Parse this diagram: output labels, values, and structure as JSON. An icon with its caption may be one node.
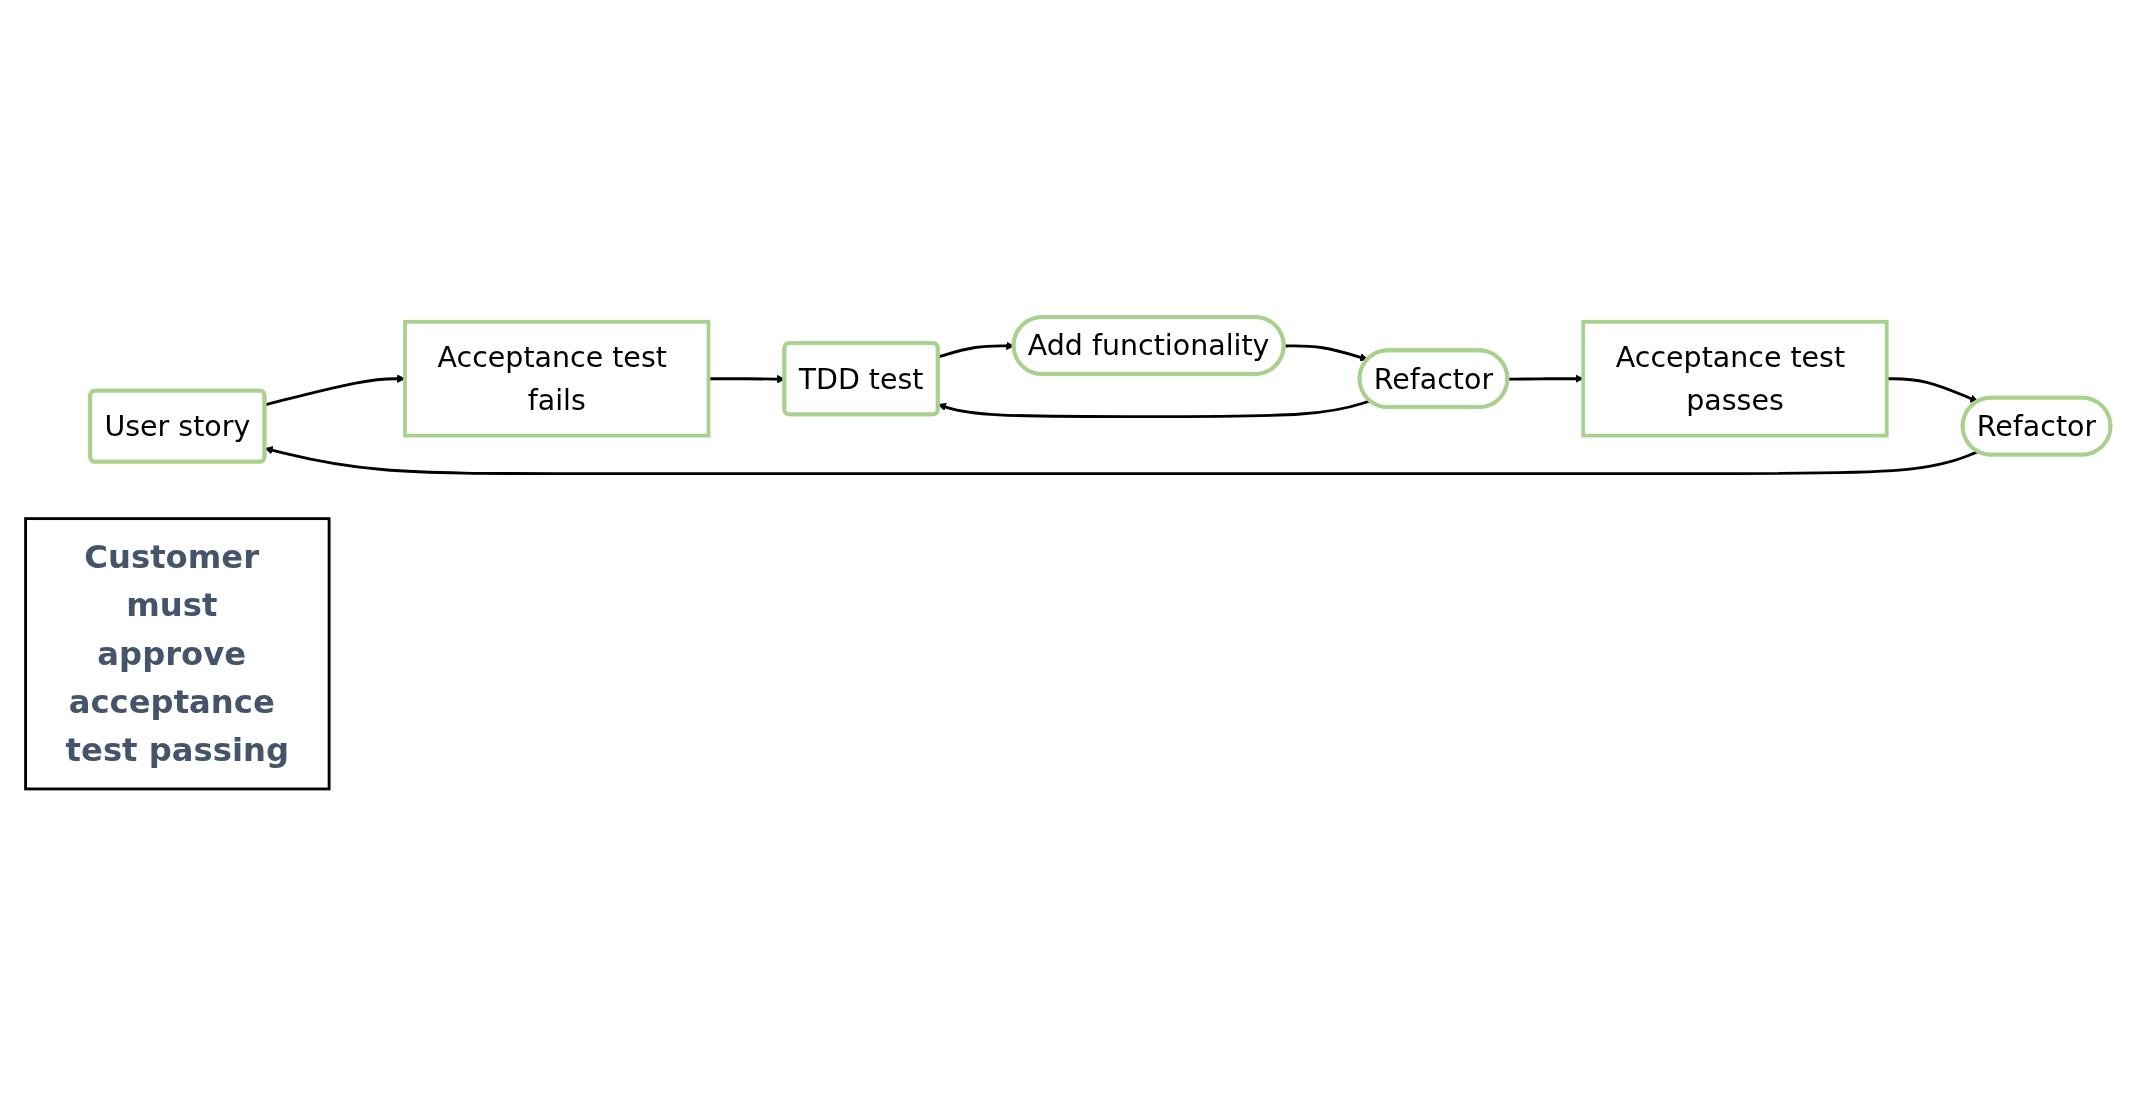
{
  "diagram": {
    "nodes": [
      {
        "text": [
          "User story"
        ]
      },
      {
        "text": [
          "Acceptance test fails"
        ]
      },
      {
        "text": [
          "TDD test"
        ]
      },
      {
        "text": [
          "Add functionality"
        ]
      },
      {
        "text": [
          "Refactor"
        ]
      },
      {
        "text": [
          "Acceptance test passes"
        ]
      },
      {
        "text": [
          "Refactor"
        ]
      },
      {
        "text": [
          "Customer must approve acceptance test passing"
        ]
      }
    ],
    "edges": [
      {
        "from": 0,
        "to": 1,
        "arrow": "to"
      },
      {
        "from": 1,
        "to": 2,
        "arrow": "to"
      },
      {
        "from": 2,
        "to": 3,
        "arrow": "to"
      },
      {
        "from": 3,
        "to": 4,
        "arrow": "to"
      },
      {
        "from": 4,
        "to": 2,
        "arrow": "to"
      },
      {
        "from": 4,
        "to": 5,
        "arrow": "to"
      },
      {
        "from": 5,
        "to": 6,
        "arrow": "to"
      },
      {
        "from": 6,
        "to": 0,
        "arrow": "to"
      }
    ]
  }
}
